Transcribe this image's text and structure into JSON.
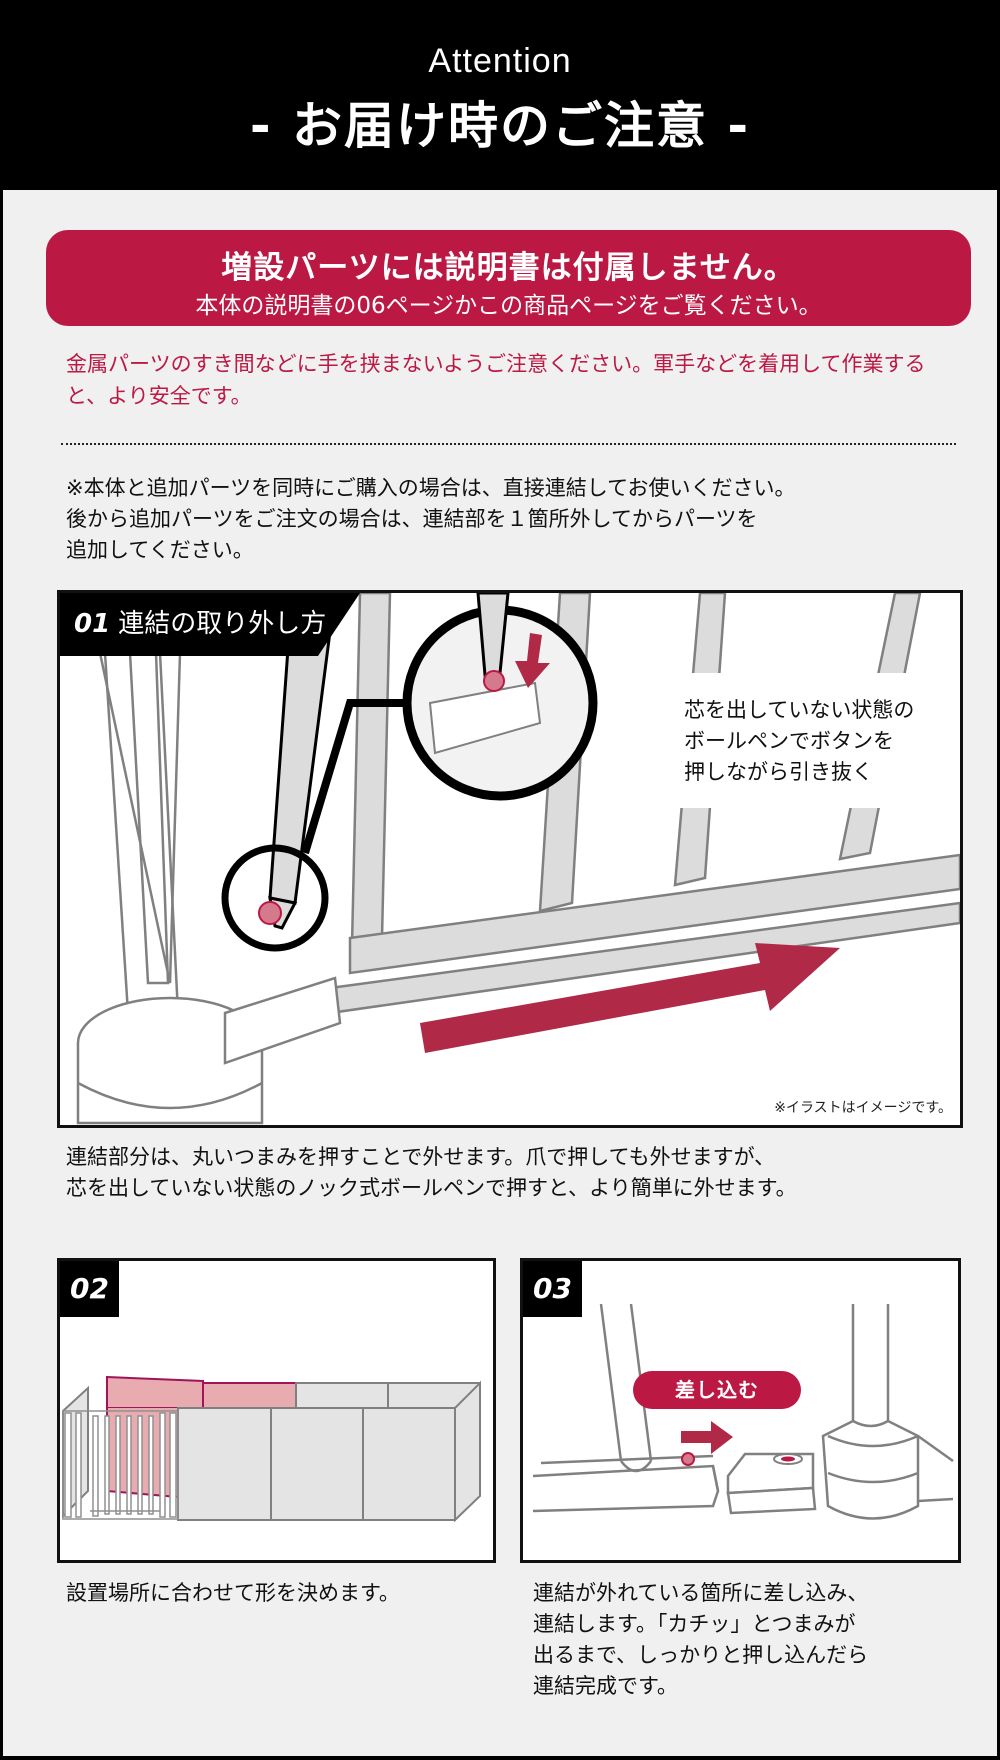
{
  "header": {
    "subtitle_en": "Attention",
    "title": "- お届け時のご注意 -"
  },
  "banner": {
    "headline": "増設パーツには説明書は付属しません。",
    "subline": "本体の説明書の06ページかこの商品ページをご覧ください。",
    "color": "#bb1944"
  },
  "warning": {
    "text": "金属パーツのすき間などに手を挟まないようご注意ください。軍手などを着用して作業すると、より安全です。"
  },
  "note": {
    "lines": [
      "※本体と追加パーツを同時にご購入の場合は、直接連結してお使いください。",
      "後から追加パーツをご注文の場合は、連結部を１箇所外してからパーツを",
      "追加してください。"
    ]
  },
  "step1": {
    "number": "01",
    "title": "連結の取り外し方",
    "callout_lines": [
      "芯を出していない状態の",
      "ボールペンでボタンを",
      "押しながら引き抜く"
    ],
    "disclaimer": "※イラストはイメージです。",
    "description_lines": [
      "連結部分は、丸いつまみを押すことで外せます。爪で押しても外せますが、",
      "芯を出していない状態のノック式ボールペンで押すと、より簡単に外せます。"
    ]
  },
  "step2": {
    "number": "02",
    "description": "設置場所に合わせて形を決めます。"
  },
  "step3": {
    "number": "03",
    "pill_label": "差し込む",
    "description_lines": [
      "連結が外れている箇所に差し込み、",
      "連結します。「カチッ」とつまみが",
      "出るまで、しっかりと押し込んだら",
      "連結完成です。"
    ]
  },
  "colors": {
    "accent": "#bb1944",
    "arrow": "#b02a48",
    "knob": "#d47a8c",
    "highlight_panel": "#e8acb0",
    "gray_panel": "#e4e4e4",
    "line_gray": "#808080",
    "background": "#f0f0f0"
  }
}
